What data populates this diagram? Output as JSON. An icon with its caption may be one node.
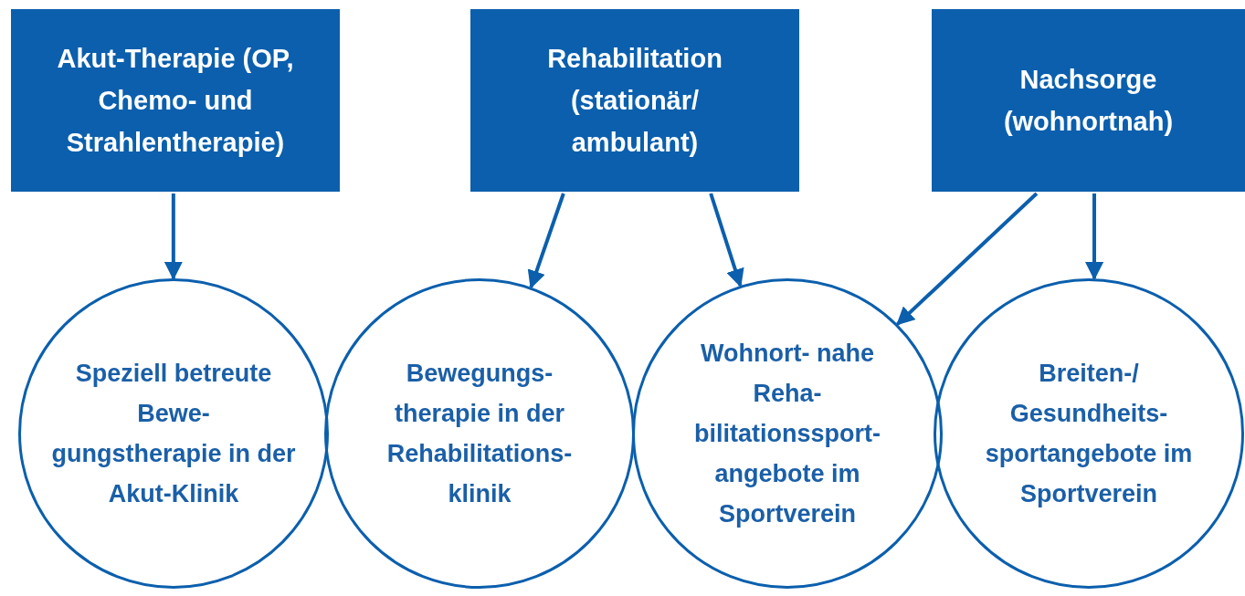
{
  "diagram": {
    "nodes": [
      {
        "text": [
          "Akut-Therapie (OP, Chemo- und Strahlentherapie)"
        ]
      },
      {
        "text": [
          "Rehabilitation (stationär/ ambulant)"
        ]
      },
      {
        "text": [
          "Nachsorge (wohnortnah)"
        ]
      },
      {
        "text": [
          "Speziell betreute Bewe- gungstherapie in der Akut-Klinik"
        ]
      },
      {
        "text": [
          "Bewegungs- therapie in der Rehabilitations- klinik"
        ]
      },
      {
        "text": [
          "Wohnort- nahe Reha- bilitationssport- angebote im Sportverein"
        ]
      },
      {
        "text": [
          "Breiten-/ Gesundheits- sportangebote im Sportverein"
        ]
      }
    ],
    "edges": [
      {
        "from": 0,
        "to": 3,
        "arrow": "to"
      },
      {
        "from": 1,
        "to": 4,
        "arrow": "to"
      },
      {
        "from": 1,
        "to": 5,
        "arrow": "to"
      },
      {
        "from": 2,
        "to": 5,
        "arrow": "to"
      },
      {
        "from": 2,
        "to": 6,
        "arrow": "to"
      }
    ]
  }
}
